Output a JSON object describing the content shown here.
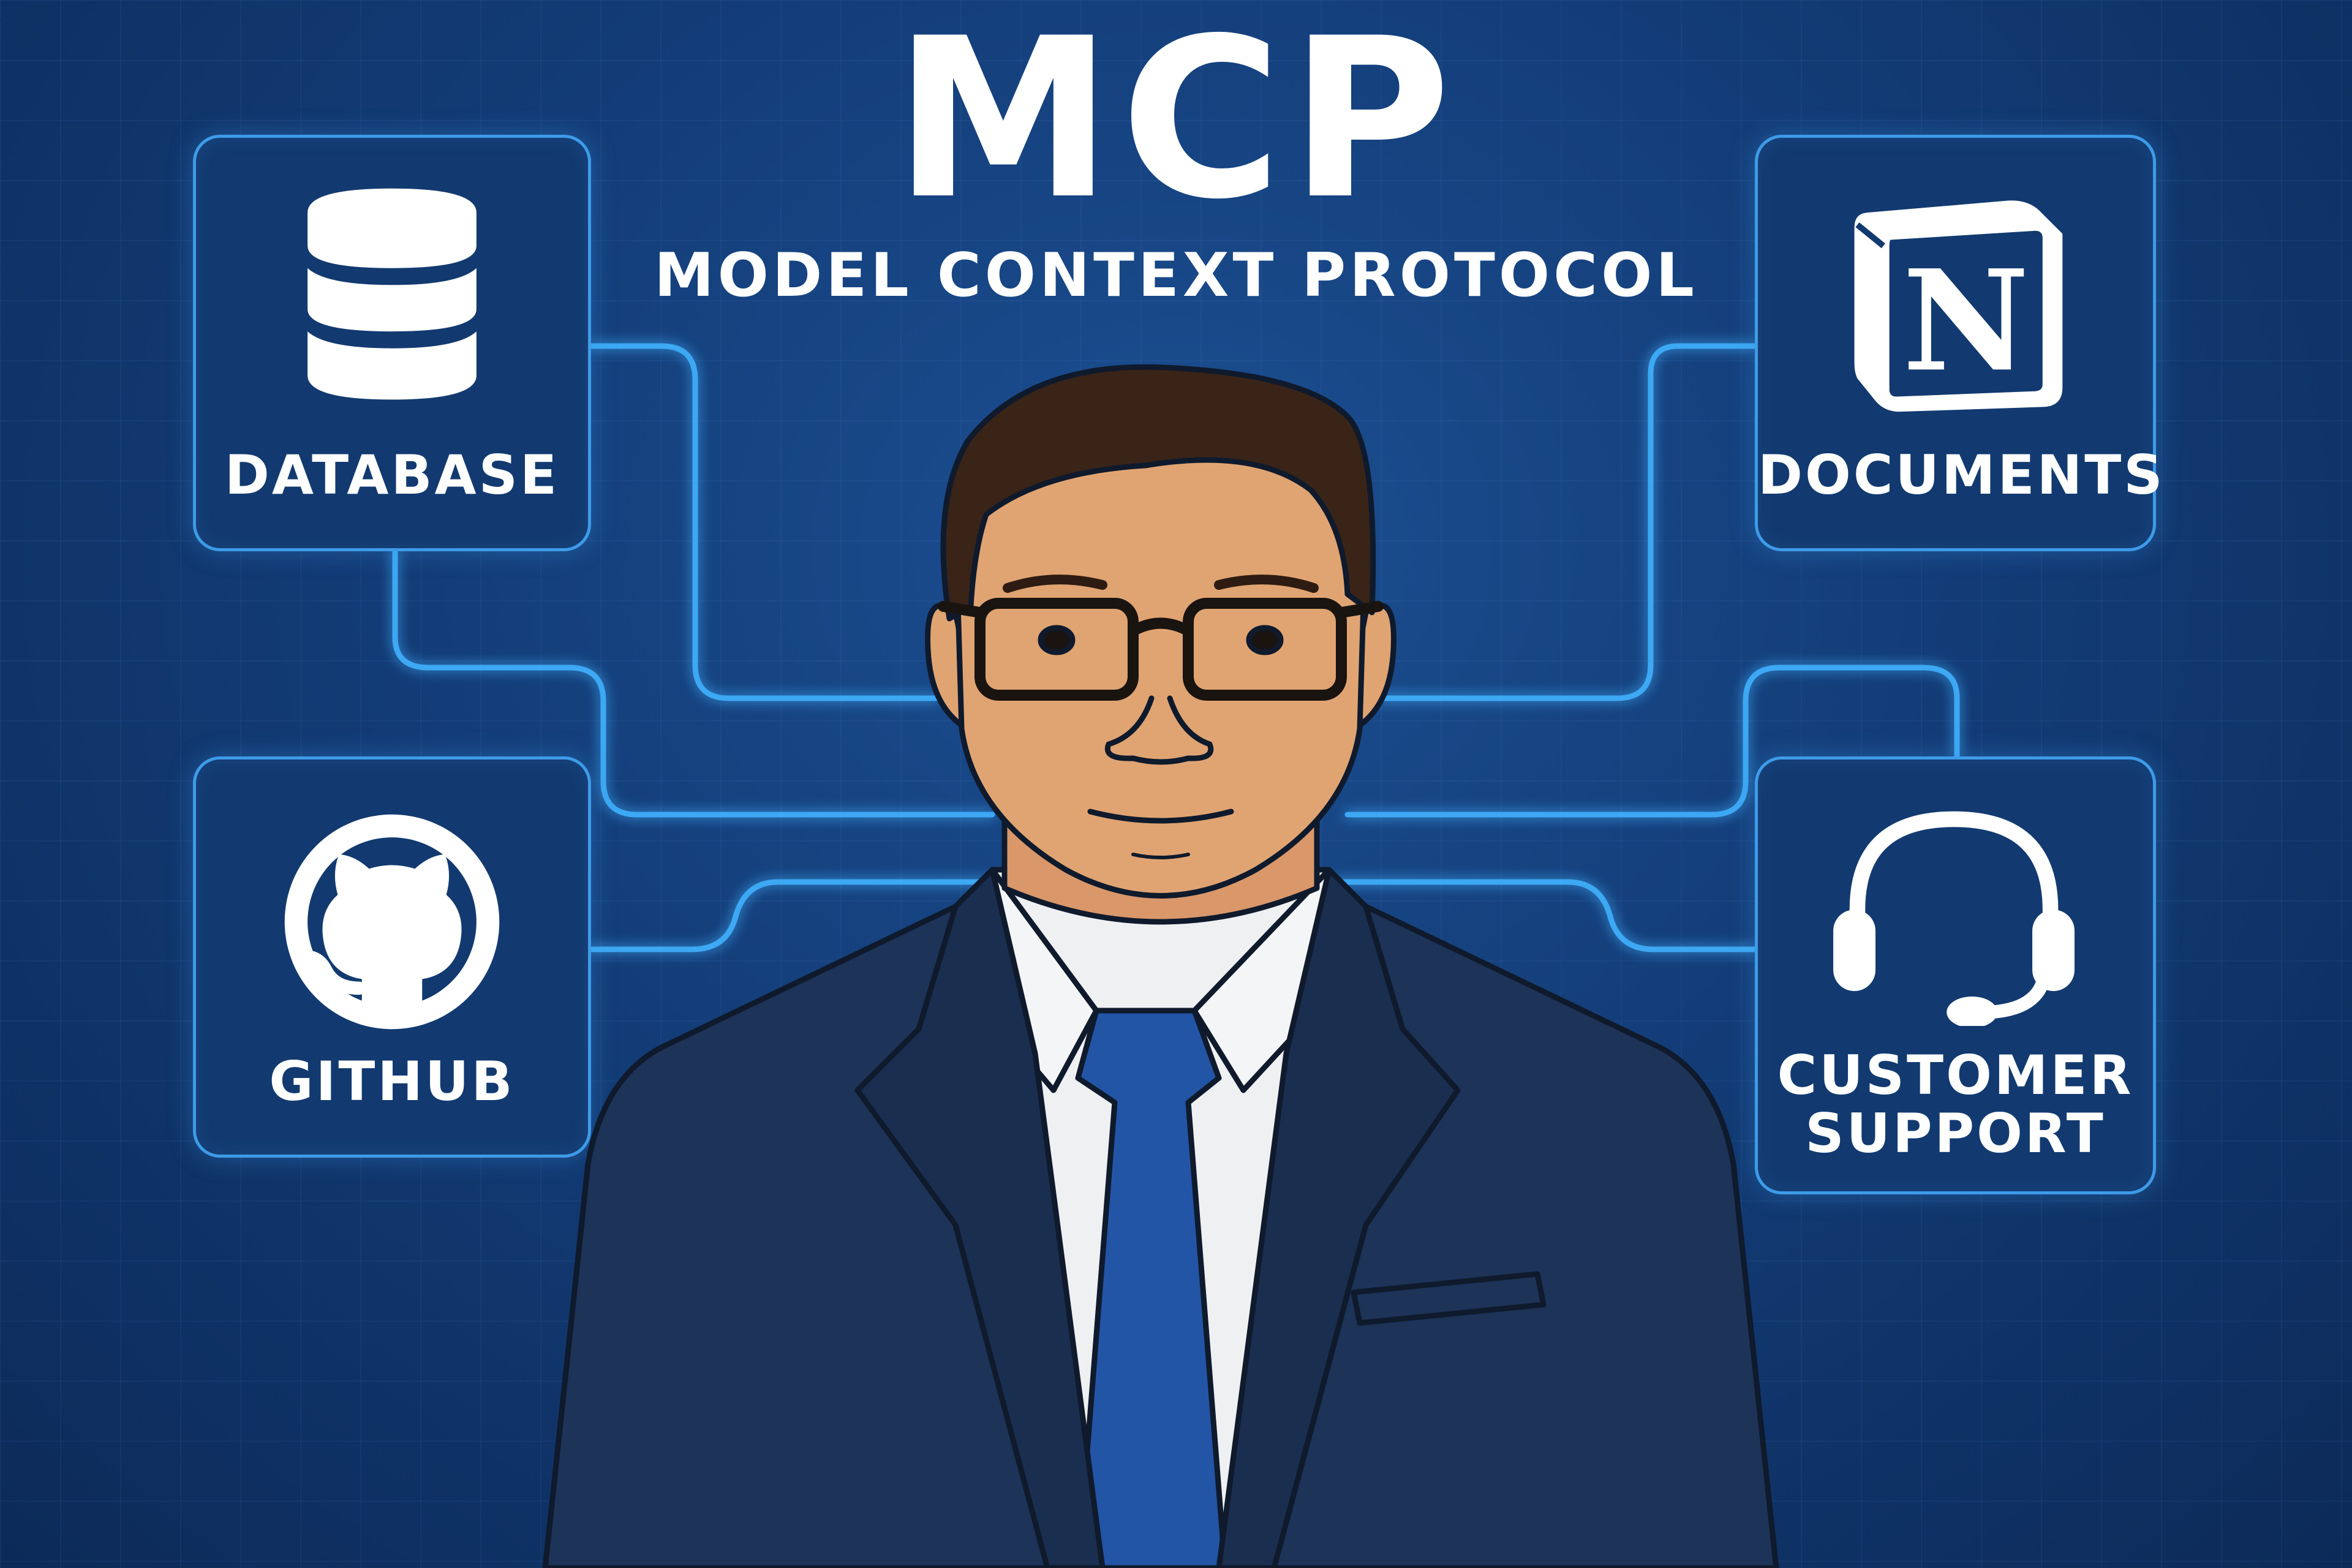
{
  "title": "MCP",
  "subtitle": "MODEL CONTEXT PROTOCOL",
  "cards": {
    "database": {
      "label": "DATABASE",
      "icon": "database-icon"
    },
    "documents": {
      "label": "DOCUMENTS",
      "icon": "notion-icon"
    },
    "github": {
      "label": "GITHUB",
      "icon": "github-icon"
    },
    "support": {
      "label_line1": "CUSTOMER",
      "label_line2": "SUPPORT",
      "icon": "headset-icon"
    }
  },
  "colors": {
    "background": "#133d78",
    "accent": "#3e9be8",
    "card_fill": "#123a70",
    "text": "#ffffff",
    "suit": "#1d3358",
    "tie": "#2355a6",
    "skin": "#e0a472",
    "hair": "#3a2418"
  }
}
